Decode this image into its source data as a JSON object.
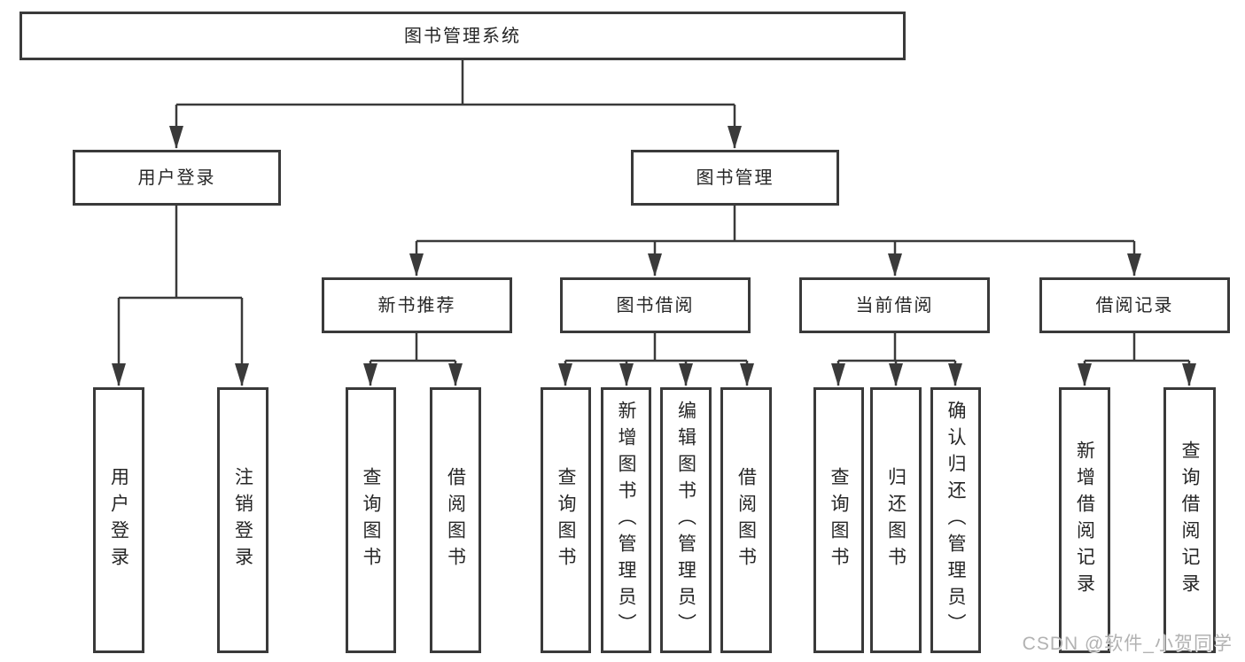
{
  "diagram": {
    "title": "图书管理系统",
    "watermark": "CSDN @软件_小贺同学",
    "colors": {
      "line": "#3a3a3a",
      "text": "#262626",
      "background": "#ffffff",
      "watermark": "#b2b2b2"
    },
    "nodes": {
      "root": {
        "label": "图书管理系统"
      },
      "user_login": {
        "label": "用户登录"
      },
      "book_mgmt": {
        "label": "图书管理"
      },
      "new_books": {
        "label": "新书推荐"
      },
      "book_borrow": {
        "label": "图书借阅"
      },
      "current_borrow": {
        "label": "当前借阅"
      },
      "borrow_records": {
        "label": "借阅记录"
      },
      "leaf_user_login": {
        "label": "用户登录"
      },
      "leaf_logout": {
        "label": "注销登录"
      },
      "leaf_nb_query": {
        "label": "查询图书"
      },
      "leaf_nb_borrow": {
        "label": "借阅图书"
      },
      "leaf_bb_query": {
        "label": "查询图书"
      },
      "leaf_bb_add": {
        "label": "新增图书（管理员）"
      },
      "leaf_bb_edit": {
        "label": "编辑图书（管理员）"
      },
      "leaf_bb_borrow": {
        "label": "借阅图书"
      },
      "leaf_cb_query": {
        "label": "查询图书"
      },
      "leaf_cb_return": {
        "label": "归还图书"
      },
      "leaf_cb_confirm": {
        "label": "确认归还（管理员）"
      },
      "leaf_br_add": {
        "label": "新增借阅记录"
      },
      "leaf_br_query": {
        "label": "查询借阅记录"
      }
    },
    "tree": {
      "图书管理系统": {
        "用户登录": [
          "用户登录",
          "注销登录"
        ],
        "图书管理": {
          "新书推荐": [
            "查询图书",
            "借阅图书"
          ],
          "图书借阅": [
            "查询图书",
            "新增图书（管理员）",
            "编辑图书（管理员）",
            "借阅图书"
          ],
          "当前借阅": [
            "查询图书",
            "归还图书",
            "确认归还（管理员）"
          ],
          "借阅记录": [
            "新增借阅记录",
            "查询借阅记录"
          ]
        }
      }
    }
  }
}
